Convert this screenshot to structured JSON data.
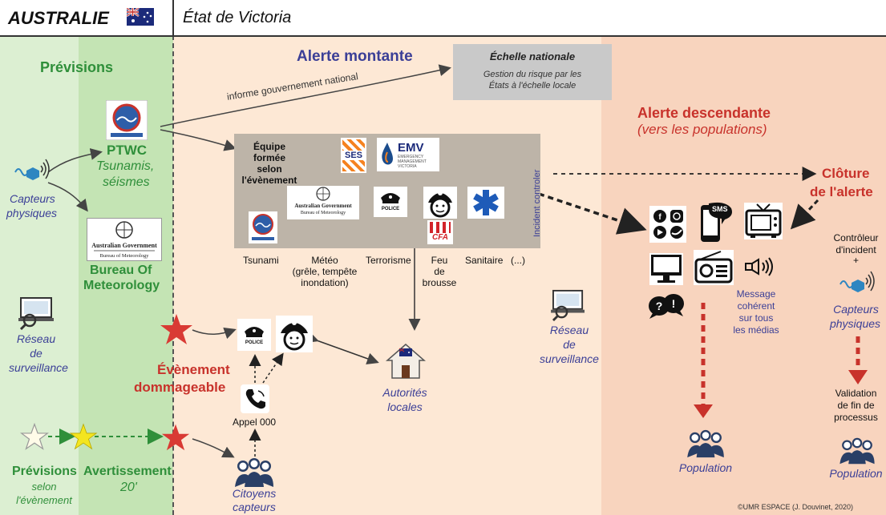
{
  "header": {
    "country": "AUSTRALIE",
    "state": "État de Victoria"
  },
  "colors": {
    "prevision_zone": "#d9ecd0",
    "prevision_zone_dark": "#bfe0b0",
    "alert_up_zone": "#fde6d2",
    "alert_down_zone": "#f9d2bc",
    "team_box": "#bdb4a8",
    "national_box": "#c9c9c9",
    "green_text": "#2f8f3a",
    "blue_text": "#3b3f97",
    "red_text": "#c8322b"
  },
  "sections": {
    "previsions": "Prévisions",
    "alerte_montante": "Alerte montante",
    "alerte_descendante": "Alerte descendante",
    "vers_populations": "(vers les populations)",
    "cloture_line1": "Clôture",
    "cloture_line2": "de l'alerte"
  },
  "national": {
    "title": "Échelle nationale",
    "line1": "Gestion du risque par les",
    "line2": "États à l'échelle locale"
  },
  "arrows": {
    "informe": "informe gouvernement national",
    "incident_controler": "Incident controler"
  },
  "ptwc": {
    "name": "PTWC",
    "line1": "Tsunamis,",
    "line2": "séismes"
  },
  "capteurs": {
    "line1": "Capteurs",
    "line2": "physiques"
  },
  "bom": {
    "line1": "Bureau Of",
    "line2": "Meteorology"
  },
  "reseau_left": {
    "line1": "Réseau",
    "line2": "de",
    "line3": "surveillance"
  },
  "team": {
    "line1": "Équipe",
    "line2": "formée",
    "line3": "selon",
    "line4": "l'évènement",
    "ses": "SES",
    "emv": "EMV",
    "emv_sub1": "EMERGENCY",
    "emv_sub2": "MANAGEMENT",
    "emv_sub3": "VICTORIA",
    "cfa": "CFA",
    "police": "POLICE",
    "gov_line1": "Australian Government",
    "gov_line2": "Bureau of Meteorology"
  },
  "categories": {
    "tsunami": "Tsunami",
    "meteo1": "Météo",
    "meteo2": "(grêle, tempête",
    "meteo3": "inondation)",
    "terrorisme": "Terrorisme",
    "feu1": "Feu",
    "feu2": "de",
    "feu3": "brousse",
    "sanitaire": "Sanitaire",
    "etc": "(...)"
  },
  "event": {
    "line1": "Évènement",
    "line2": "dommageable"
  },
  "appel": "Appel 000",
  "police_label": "POLICE",
  "autorites": {
    "line1": "Autorités",
    "line2": "locales"
  },
  "citoyens": {
    "line1": "Citoyens",
    "line2": "capteurs"
  },
  "reseau_mid": {
    "line1": "Réseau",
    "line2": "de",
    "line3": "surveillance"
  },
  "media": {
    "sms": "SMS",
    "message1": "Message",
    "message2": "cohérent",
    "message3": "sur tous",
    "message4": "les médias"
  },
  "population_mid": "Population",
  "right": {
    "controleur1": "Contrôleur",
    "controleur2": "d'incident",
    "plus": "+",
    "capteurs1": "Capteurs",
    "capteurs2": "physiques",
    "validation1": "Validation",
    "validation2": "de fin de",
    "validation3": "processus",
    "population": "Population"
  },
  "bottom_left": {
    "previsions": "Prévisions",
    "selon1": "selon",
    "selon2": "l'évènement",
    "avertissement": "Avertissement",
    "minutes": "20'"
  },
  "credit": "©UMR ESPACE (J. Douvinet, 2020)"
}
